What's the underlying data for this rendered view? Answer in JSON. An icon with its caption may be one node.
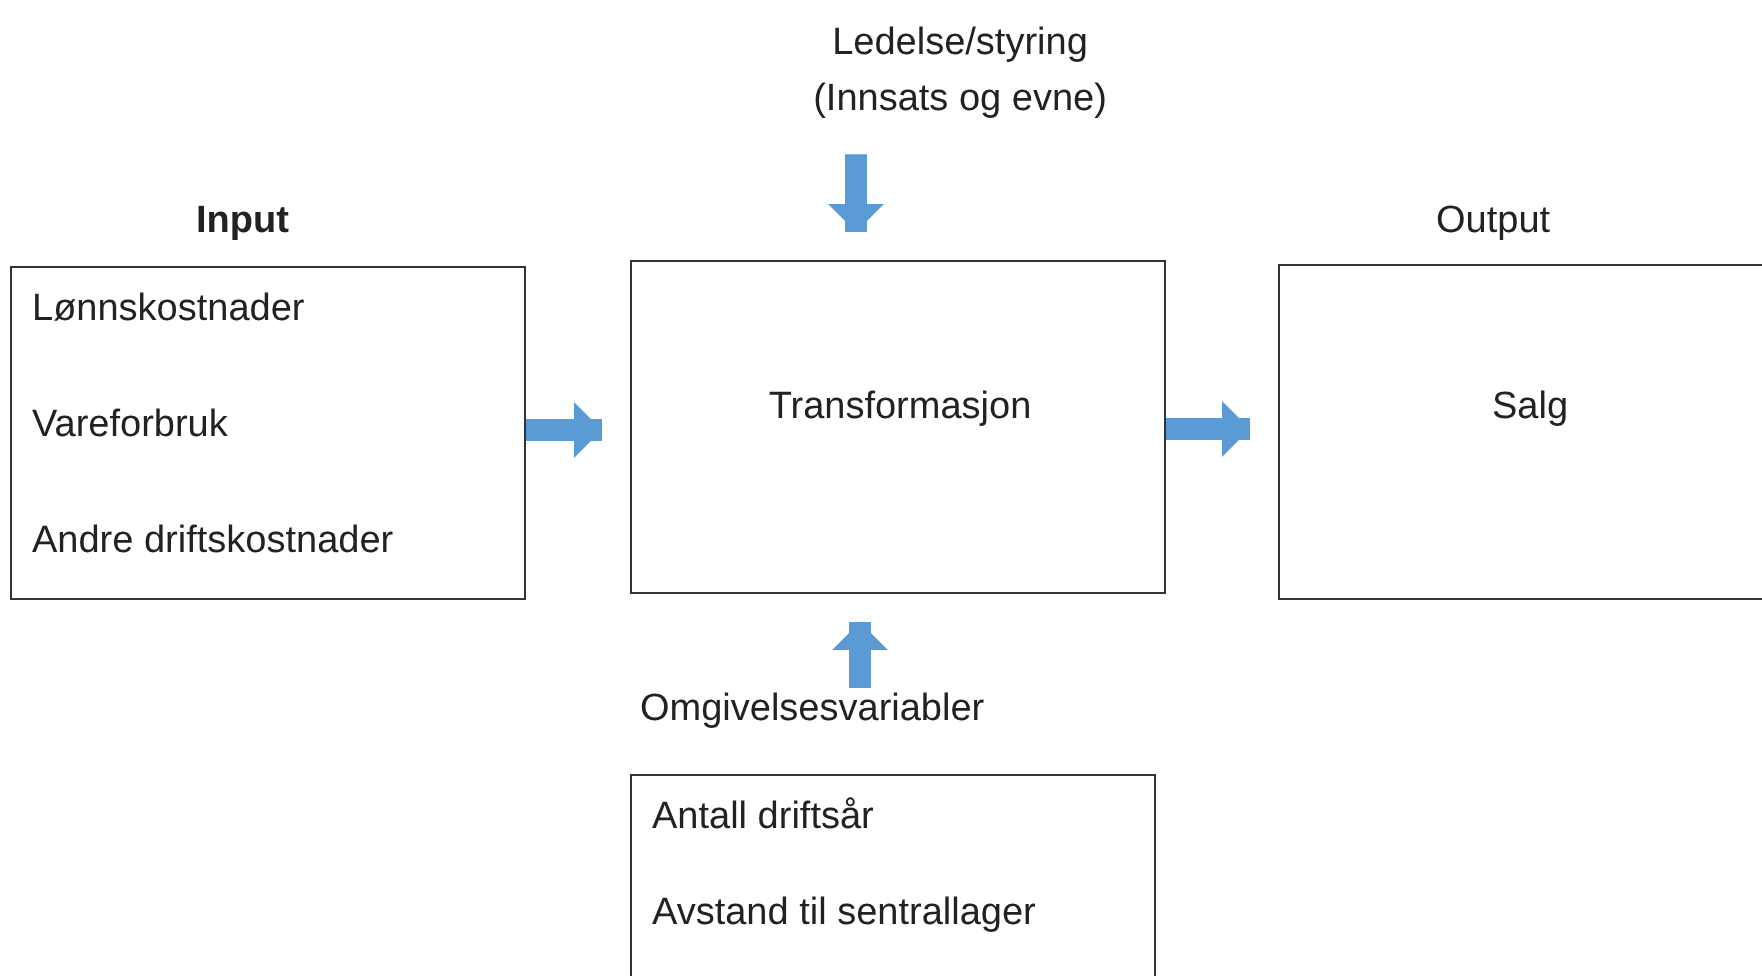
{
  "diagram": {
    "nodes": [
      {
        "text": [
          "Input",
          "Lønnskostnader",
          "Vareforbruk",
          "Andre driftskostnader"
        ]
      },
      {
        "text": [
          "Transformasjon"
        ]
      },
      {
        "text": [
          "Output",
          "Salg"
        ]
      },
      {
        "text": [
          "Ledelse/styring (Innsats og evne)"
        ]
      },
      {
        "text": [
          "Omgivelsesvariabler",
          "Antall driftsår",
          "Avstand til sentrallager"
        ]
      }
    ],
    "edges": [
      {
        "from": 0,
        "to": 1,
        "arrow": "to"
      },
      {
        "from": 1,
        "to": 2,
        "arrow": "to"
      },
      {
        "from": 3,
        "to": 1,
        "arrow": "to"
      },
      {
        "from": 4,
        "to": 1,
        "arrow": "to"
      }
    ]
  }
}
